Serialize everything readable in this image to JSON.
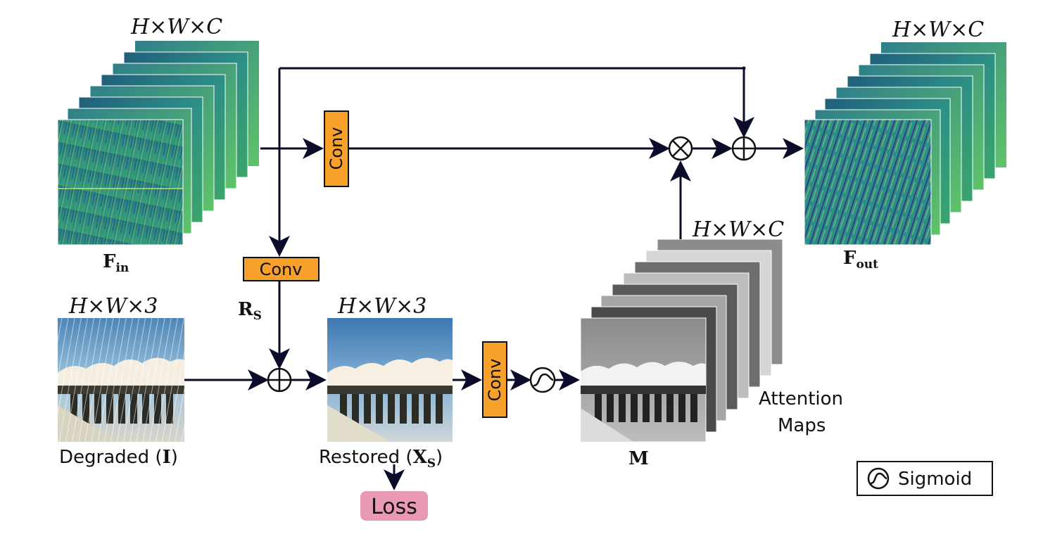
{
  "dims": {
    "fin": "H×W×C",
    "fout": "H×W×C",
    "attention": "H×W×C",
    "degraded": "H×W×3",
    "restored": "H×W×3"
  },
  "labels": {
    "fin_main": "F",
    "fin_sub": "in",
    "fout_main": "F",
    "fout_sub": "out",
    "rs_main": "R",
    "rs_sub": "S",
    "m": "M",
    "degraded_prefix": "Degraded (",
    "degraded_var": "I",
    "degraded_suffix": ")",
    "restored_prefix": "Restored (",
    "restored_var": "X",
    "restored_sub": "S",
    "restored_suffix": ")",
    "attention_line1": "Attention",
    "attention_line2": "Maps",
    "loss": "Loss",
    "sigmoid_legend": "Sigmoid"
  },
  "blocks": {
    "conv_top": "Conv",
    "conv_mid": "Conv",
    "conv_bottom": "Conv"
  },
  "colors": {
    "conv_fill": "#f7a12b",
    "loss_fill": "#e89ab5",
    "arrow": "#0b0b2a",
    "feature_dark": "#2a6b7e",
    "feature_light": "#3fae6e"
  }
}
